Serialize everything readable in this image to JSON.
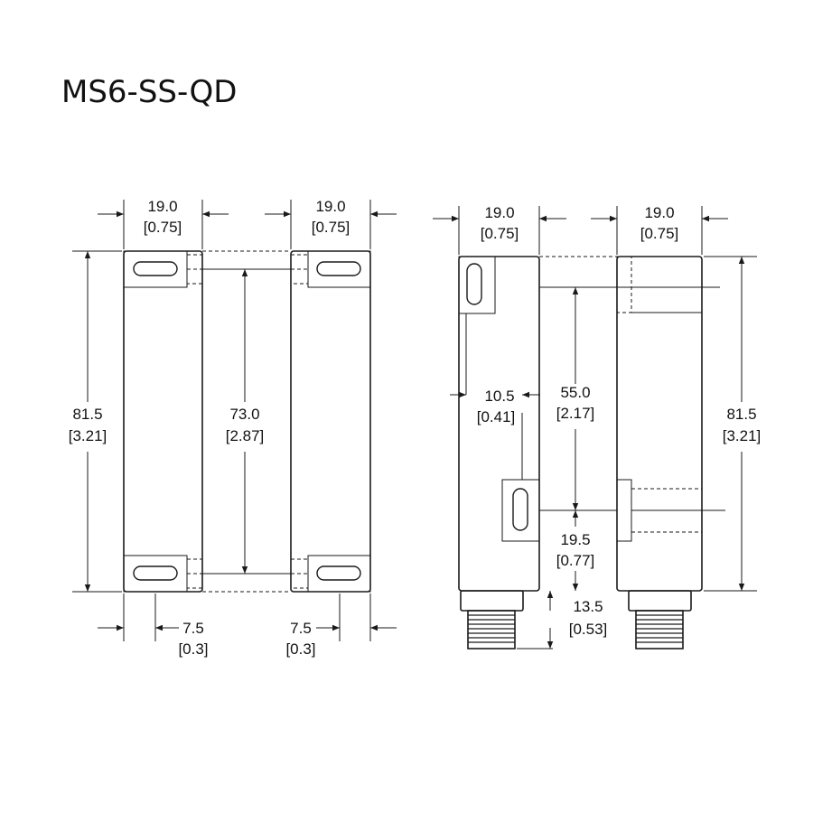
{
  "title": "MS6-SS-QD",
  "dimensions": {
    "width_left": {
      "mm": "19.0",
      "in": "[0.75]"
    },
    "width_right": {
      "mm": "19.0",
      "in": "[0.75]"
    },
    "side_width_left": {
      "mm": "19.0",
      "in": "[0.75]"
    },
    "side_width_right": {
      "mm": "19.0",
      "in": "[0.75]"
    },
    "height_left": {
      "mm": "81.5",
      "in": "[3.21]"
    },
    "height_right": {
      "mm": "81.5",
      "in": "[3.21]"
    },
    "hole_spacing": {
      "mm": "73.0",
      "in": "[2.87]"
    },
    "hole_offset_left": {
      "mm": "7.5",
      "in": "[0.3]"
    },
    "hole_offset_right": {
      "mm": "7.5",
      "in": "[0.3]"
    },
    "slot_offset": {
      "mm": "10.5",
      "in": "[0.41]"
    },
    "slot_spacing": {
      "mm": "55.0",
      "in": "[2.17]"
    },
    "slot_bottom": {
      "mm": "19.5",
      "in": "[0.77]"
    },
    "connector_length": {
      "mm": "13.5",
      "in": "[0.53]"
    }
  }
}
